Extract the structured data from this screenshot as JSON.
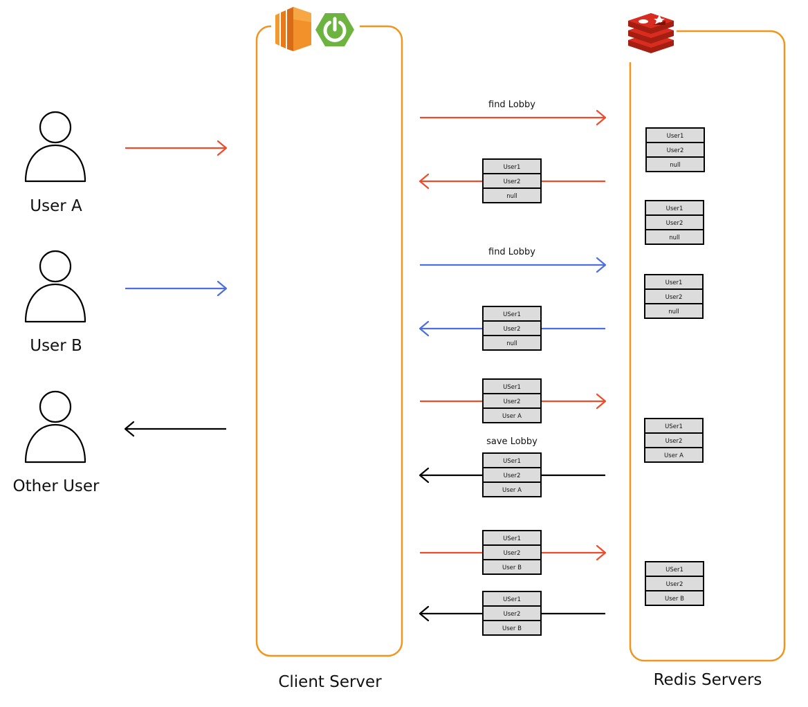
{
  "colors": {
    "container_orange": "#f0961e",
    "request_red": "#ef4b2a",
    "request_blue": "#4c6ee5",
    "response_black": "#000000",
    "cell_fill": "#dcdcdc",
    "redis_red": "#d6362a",
    "spring_green": "#6db33f"
  },
  "icons": {
    "client_server": [
      "aws-ec2-icon",
      "spring-boot-power-icon"
    ],
    "redis_servers": "redis-stack-icon",
    "users": "user-outline-icon"
  },
  "users": [
    {
      "id": "user-a",
      "label": "User A"
    },
    {
      "id": "user-b",
      "label": "User B"
    },
    {
      "id": "other-user",
      "label": "Other User"
    }
  ],
  "servers": {
    "client": {
      "label": "Client Server"
    },
    "redis": {
      "label": "Redis Servers"
    }
  },
  "user_arrows": [
    {
      "user": "user-a",
      "direction": "to-server",
      "color": "red"
    },
    {
      "user": "user-b",
      "direction": "to-server",
      "color": "blue"
    },
    {
      "user": "other-user",
      "direction": "to-user",
      "color": "black"
    }
  ],
  "flows": [
    {
      "direction": "to-redis",
      "color": "red",
      "label": "find Lobby",
      "cells": []
    },
    {
      "direction": "to-client",
      "color": "red",
      "label": "",
      "cells": [
        "User1",
        "User2",
        "null"
      ]
    },
    {
      "direction": "to-redis",
      "color": "blue",
      "label": "find Lobby",
      "cells": []
    },
    {
      "direction": "to-client",
      "color": "blue",
      "label": "",
      "cells": [
        "USer1",
        "User2",
        "null"
      ]
    },
    {
      "direction": "to-redis",
      "color": "red",
      "label": "",
      "cells": [
        "USer1",
        "User2",
        "User A"
      ]
    },
    {
      "direction": "to-client",
      "color": "black",
      "label": "save Lobby",
      "cells": [
        "USer1",
        "User2",
        "User A"
      ]
    },
    {
      "direction": "to-redis",
      "color": "red",
      "label": "",
      "cells": [
        "USer1",
        "User2",
        "User B"
      ]
    },
    {
      "direction": "to-client",
      "color": "black",
      "label": "",
      "cells": [
        "USer1",
        "User2",
        "User B"
      ]
    }
  ],
  "redis_records": [
    [
      "User1",
      "User2",
      "null"
    ],
    [
      "User1",
      "User2",
      "null"
    ],
    [
      "User1",
      "User2",
      "null"
    ],
    [
      "USer1",
      "User2",
      "User A"
    ],
    [
      "USer1",
      "User2",
      "User B"
    ]
  ]
}
